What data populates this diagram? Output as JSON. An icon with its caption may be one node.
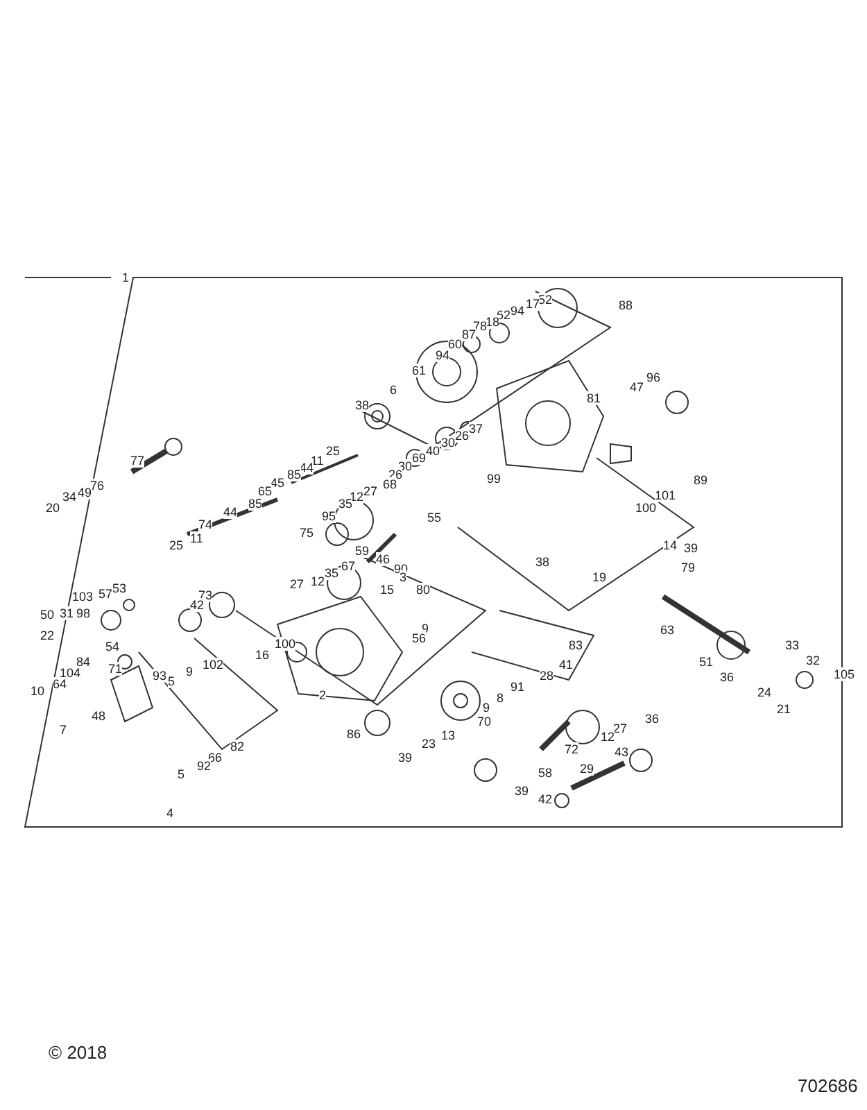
{
  "diagram": {
    "labels": [
      "1",
      "52",
      "17",
      "94",
      "62",
      "18",
      "78",
      "87",
      "60",
      "94",
      "88",
      "61",
      "6",
      "38",
      "81",
      "47",
      "96",
      "77",
      "25",
      "11",
      "44",
      "85",
      "45",
      "65",
      "85",
      "44",
      "76",
      "49",
      "34",
      "20",
      "37",
      "26",
      "30",
      "40",
      "69",
      "30",
      "26",
      "68",
      "27",
      "12",
      "35",
      "95",
      "75",
      "74",
      "11",
      "25",
      "99",
      "89",
      "101",
      "100",
      "55",
      "59",
      "67",
      "35",
      "12",
      "27",
      "73",
      "46",
      "90",
      "3",
      "38",
      "19",
      "14",
      "39",
      "79",
      "103",
      "57",
      "53",
      "50",
      "31",
      "98",
      "42",
      "80",
      "15",
      "22",
      "63",
      "83",
      "9",
      "56",
      "54",
      "71",
      "84",
      "104",
      "64",
      "10",
      "100",
      "16",
      "102",
      "9",
      "5",
      "93",
      "48",
      "7",
      "41",
      "28",
      "51",
      "33",
      "36",
      "32",
      "105",
      "24",
      "21",
      "91",
      "8",
      "9",
      "2",
      "70",
      "86",
      "82",
      "66",
      "92",
      "5",
      "13",
      "23",
      "39",
      "36",
      "27",
      "12",
      "72",
      "43",
      "58",
      "29",
      "39",
      "42",
      "4",
      "© 2018",
      "702686"
    ]
  }
}
